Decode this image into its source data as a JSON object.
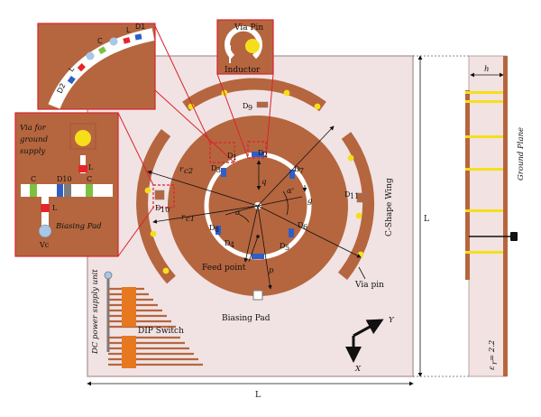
{
  "labels": {
    "via_pin_top": "Via Pin",
    "inductor": "Inductor",
    "via_ground": "Via for ground supply",
    "via_ground_l1": "Via for",
    "via_ground_l2": "ground",
    "via_ground_l3": "supply",
    "biasing_pad_inset": "Biasing Pad",
    "vc": "Vc",
    "c_left": "C",
    "c_right": "C",
    "d10_inset": "D10",
    "l_inset_top": "L",
    "l_inset_bottom": "L",
    "zoom_l": "L",
    "zoom_d1": "D1",
    "zoom_c": "C",
    "zoom_d2": "D2",
    "zoom_l2": "L",
    "d1": "D",
    "d2": "D",
    "d3": "D",
    "d4": "D",
    "d5": "D",
    "d6": "D",
    "d7": "D",
    "d8": "D",
    "d9": "D",
    "d10": "D",
    "d11": "D",
    "d1_sub": "1",
    "d2_sub": "2",
    "d3_sub": "3",
    "d4_sub": "4",
    "d5_sub": "5",
    "d6_sub": "6",
    "d7_sub": "7",
    "d8_sub": "8",
    "d9_sub": "9",
    "d10_sub": "10",
    "d11_sub": "11",
    "r_c2": "r",
    "r_c2_sub": "c2",
    "r_c1": "r",
    "r_c1_sub": "c1",
    "q": "q",
    "g": "g",
    "alpha": "α",
    "alpha_prime": "α'",
    "p": "p",
    "feed_point": "Feed point",
    "via_pin": "Via pin",
    "c_shape_wing": "C-Shape Wing",
    "biasing_pad": "Biasing Pad",
    "dc_power": "DC power supply unit",
    "dip_switch": "DIP Switch",
    "axis_y": "Y",
    "axis_x": "X",
    "dim_l_bottom": "L",
    "dim_l_right": "L",
    "h": "h",
    "ground_plane": "Ground Plane",
    "epsilon": "ε",
    "epsilon_sub": "r",
    "epsilon_val": " = 2.2"
  },
  "colors": {
    "copper": "#b5663f",
    "substrate": "#f1e3e3",
    "board_edge": "#b9a3a3",
    "via": "#f6df1a",
    "red_callout": "#d9232e",
    "gap": "#ffffff",
    "diode_blue": "#2f5ec9",
    "cap_green": "#7cc242",
    "inductor_red": "#e5252b",
    "side_substrate": "#f2e2e2"
  },
  "icons": {
    "axis": "xy-axis-arrows-icon",
    "dip": "dip-switch-icon"
  }
}
